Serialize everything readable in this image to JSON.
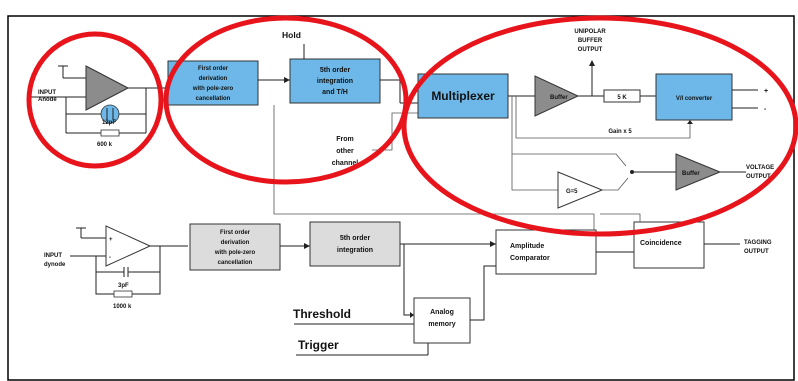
{
  "blocks": {
    "first_order_top": [
      "First order",
      "derivation",
      "with pole-zero",
      "cancellation"
    ],
    "fifth_order_top": [
      "5th order",
      "integration",
      "and T/H"
    ],
    "multiplexer": "Multiplexer",
    "buffer_unipolar": "Buffer",
    "resistor_5k": "5 K",
    "vi_converter": "V/I converter",
    "buffer_voltage": "Buffer",
    "gain_amp": "G=5",
    "first_order_bottom": [
      "First order",
      "derivation",
      "with pole-zero",
      "cancellation"
    ],
    "fifth_order_bottom": [
      "5th order",
      "integration"
    ],
    "amplitude_comparator": [
      "Amplitude",
      "Comparator"
    ],
    "analog_memory": [
      "Analog",
      "memory"
    ],
    "coincidence": "Coincidence"
  },
  "labels": {
    "hold": "Hold",
    "input_anode": [
      "INPUT",
      "Anode"
    ],
    "cap_top": "12pF",
    "res_top": "600 k",
    "unipolar_output": [
      "UNIPOLAR",
      "BUFFER",
      "OUTPUT"
    ],
    "plus": "+",
    "minus": "-",
    "gain_x5": "Gain x 5",
    "from_other": [
      "From",
      "other",
      "channel"
    ],
    "voltage_output": [
      "VOLTAGE",
      "OUTPUT"
    ],
    "input_dynode": [
      "INPUT",
      "dynode"
    ],
    "cap_bottom": "3pF",
    "res_bottom": "1000 k",
    "tagging_output": [
      "TAGGING",
      "OUTPUT"
    ],
    "threshold": "Threshold",
    "trigger": "Trigger"
  },
  "colors": {
    "block_blue": "#6db8e8",
    "block_gray": "#dcdcdc",
    "amp_gray": "#8c8c8c",
    "highlight_red": "#e8141c"
  }
}
